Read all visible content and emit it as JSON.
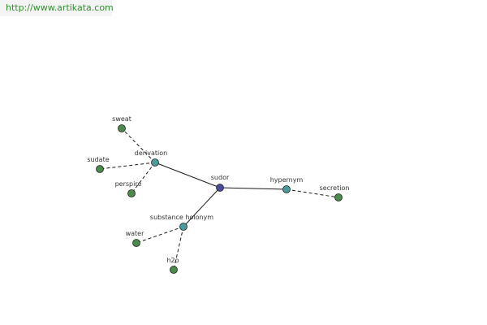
{
  "banner": {
    "url_text": "http://www.artikata.com"
  },
  "colors": {
    "root_node": "#4a4a9c",
    "relation_node": "#4a9a9a",
    "word_node": "#4a8a4a",
    "banner_text": "#2f8f2f"
  },
  "graph": {
    "nodes": [
      {
        "id": "sudor",
        "label": "sudor",
        "kind": "root"
      },
      {
        "id": "derivation",
        "label": "derivation",
        "kind": "relation"
      },
      {
        "id": "hypernym",
        "label": "hypernym",
        "kind": "relation"
      },
      {
        "id": "substance_holonym",
        "label": "substance holonym",
        "kind": "relation"
      },
      {
        "id": "sweat",
        "label": "sweat",
        "kind": "word"
      },
      {
        "id": "sudate",
        "label": "sudate",
        "kind": "word"
      },
      {
        "id": "perspire",
        "label": "perspire",
        "kind": "word"
      },
      {
        "id": "secretion",
        "label": "secretion",
        "kind": "word"
      },
      {
        "id": "water",
        "label": "water",
        "kind": "word"
      },
      {
        "id": "h2o",
        "label": "h2o",
        "kind": "word"
      }
    ],
    "edges": [
      {
        "from": "sudor",
        "to": "derivation",
        "style": "solid"
      },
      {
        "from": "sudor",
        "to": "hypernym",
        "style": "solid"
      },
      {
        "from": "sudor",
        "to": "substance_holonym",
        "style": "solid"
      },
      {
        "from": "derivation",
        "to": "sweat",
        "style": "dashed"
      },
      {
        "from": "derivation",
        "to": "sudate",
        "style": "dashed"
      },
      {
        "from": "derivation",
        "to": "perspire",
        "style": "dashed"
      },
      {
        "from": "hypernym",
        "to": "secretion",
        "style": "dashed"
      },
      {
        "from": "substance_holonym",
        "to": "water",
        "style": "dashed"
      },
      {
        "from": "substance_holonym",
        "to": "h2o",
        "style": "dashed"
      }
    ]
  }
}
